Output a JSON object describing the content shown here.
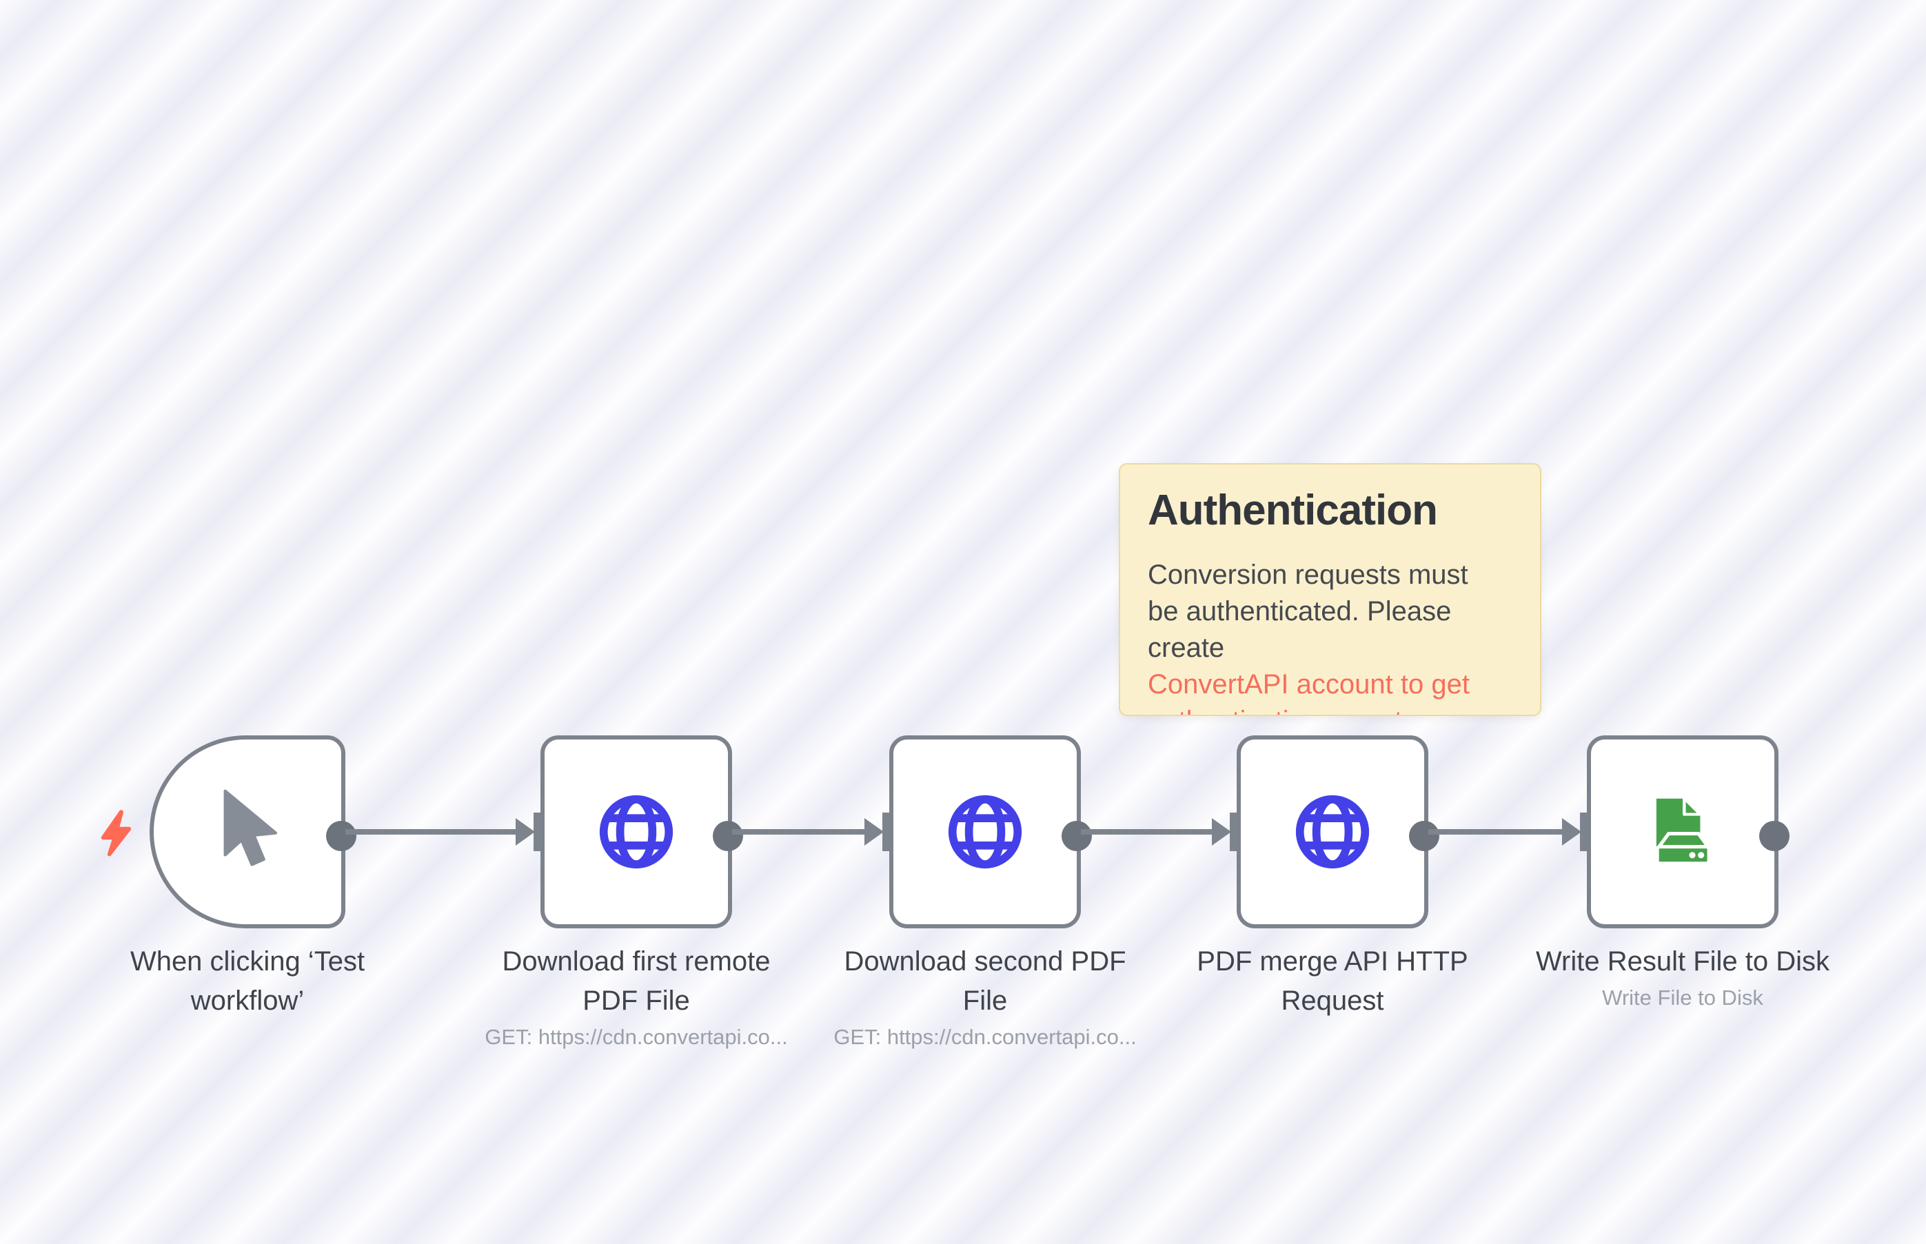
{
  "sticky_note": {
    "title": "Authentication",
    "body_lines": [
      "Conversion requests must",
      "be authenticated. Please",
      "create"
    ],
    "link_lines": [
      "ConvertAPI account to get",
      "authentication secret"
    ]
  },
  "nodes": [
    {
      "id": "manual-trigger",
      "icon": "cursor-icon",
      "label_lines": [
        "When clicking ‘Test",
        "workflow’"
      ]
    },
    {
      "id": "download-first-pdf",
      "icon": "globe-icon",
      "label_lines": [
        "Download first remote",
        "PDF File"
      ],
      "subtitle": "GET: https://cdn.convertapi.co..."
    },
    {
      "id": "download-second-pdf",
      "icon": "globe-icon",
      "label_lines": [
        "Download second PDF",
        "File"
      ],
      "subtitle": "GET: https://cdn.convertapi.co..."
    },
    {
      "id": "pdf-merge-request",
      "icon": "globe-icon",
      "label_lines": [
        "PDF merge API HTTP",
        "Request"
      ]
    },
    {
      "id": "write-result-file",
      "icon": "file-disk-icon",
      "label_lines": [
        "Write Result File to Disk"
      ],
      "subtitle": "Write File to Disk"
    }
  ],
  "colors": {
    "background_stripe_light": "#fdfdfe",
    "background_stripe_dark": "#eaebf5",
    "node_border": "#7d838c",
    "connector": "#7e848d",
    "output_dot": "#6d737c",
    "label_text": "#3e434a",
    "subtitle_text": "#9ba0a8",
    "globe_blue": "#4340e8",
    "disk_green": "#46a24a",
    "bolt_red": "#ff6a55",
    "cursor_gray": "#878d96",
    "sticky_bg": "#fbf0ce",
    "sticky_border": "#ecd9a0",
    "sticky_title": "#32363c",
    "sticky_body": "#45494e",
    "sticky_link": "#f76e5b"
  }
}
